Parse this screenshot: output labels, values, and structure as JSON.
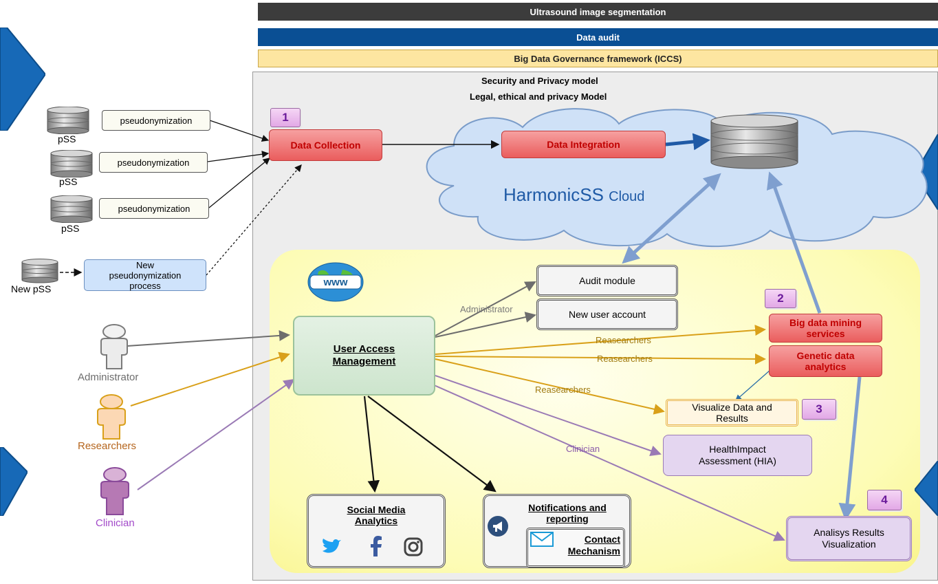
{
  "bars": {
    "ultrasound": "Ultrasound image segmentation",
    "data_audit": "Data audit",
    "governance": "Big Data Governance  framework  (ICCS)"
  },
  "models": {
    "security": "Security and Privacy  model",
    "legal": "Legal, ethical and privacy Model"
  },
  "sources": {
    "pss_label": "pSS",
    "pseudo_label": "pseudonymization",
    "new_pss_label": "New pSS",
    "new_process_line1": "New",
    "new_process_line2": "pseudonymization",
    "new_process_line3": "process"
  },
  "cloud": {
    "name": "HarmonicSS",
    "suffix": "Cloud"
  },
  "nodes": {
    "data_collection": "Data Collection",
    "data_integration": "Data Integration",
    "audit_module": "Audit module",
    "new_user_account": "New user account",
    "uam_line1": "User Access",
    "uam_line2": "Management",
    "big_data_line1": "Big data mining",
    "big_data_line2": "services",
    "genetic_line1": "Genetic data",
    "genetic_line2": "analytics",
    "visualize_line1": "Visualize Data and",
    "visualize_line2": "Results",
    "hia_line1": "HealthImpact",
    "hia_line2": "Assessment (HIA)",
    "analysis_line1": "Analisys Results",
    "analysis_line2": "Visualization",
    "social_line1": "Social Media",
    "social_line2": "Analytics",
    "notif_line1": "Notifications and",
    "notif_line2": "reporting",
    "contact_line1": "Contact",
    "contact_line2": "Mechanism",
    "www": "www"
  },
  "badges": {
    "b1": "1",
    "b2": "2",
    "b3": "3",
    "b4": "4"
  },
  "actors": {
    "administrator": "Administrator",
    "researchers": "Researchers",
    "clinician": "Clinician"
  },
  "edge_labels": {
    "administrator": "Administrator",
    "researchers_1": "Reasearchers",
    "researchers_2": "Reasearchers",
    "researchers_3": "Reasearchers",
    "clinician": "Clinician"
  },
  "colors": {
    "admin": "#6d6d6d",
    "researcher": "#d9a019",
    "clinician": "#9a7ab5",
    "arrow_blue": "#7f9fcf",
    "dark_bar": "#3c3c3c",
    "blue_bar": "#0a4f94",
    "yellow_bar": "#fde6a1"
  }
}
